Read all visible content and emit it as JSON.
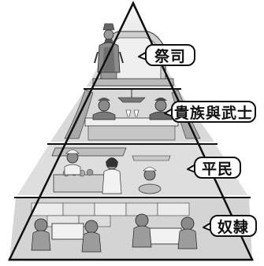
{
  "diagram": {
    "type": "social-hierarchy-pyramid",
    "tiers": [
      {
        "label": "祭司"
      },
      {
        "label": "貴族與武士"
      },
      {
        "label": "平民"
      },
      {
        "label": "奴隸"
      }
    ]
  }
}
